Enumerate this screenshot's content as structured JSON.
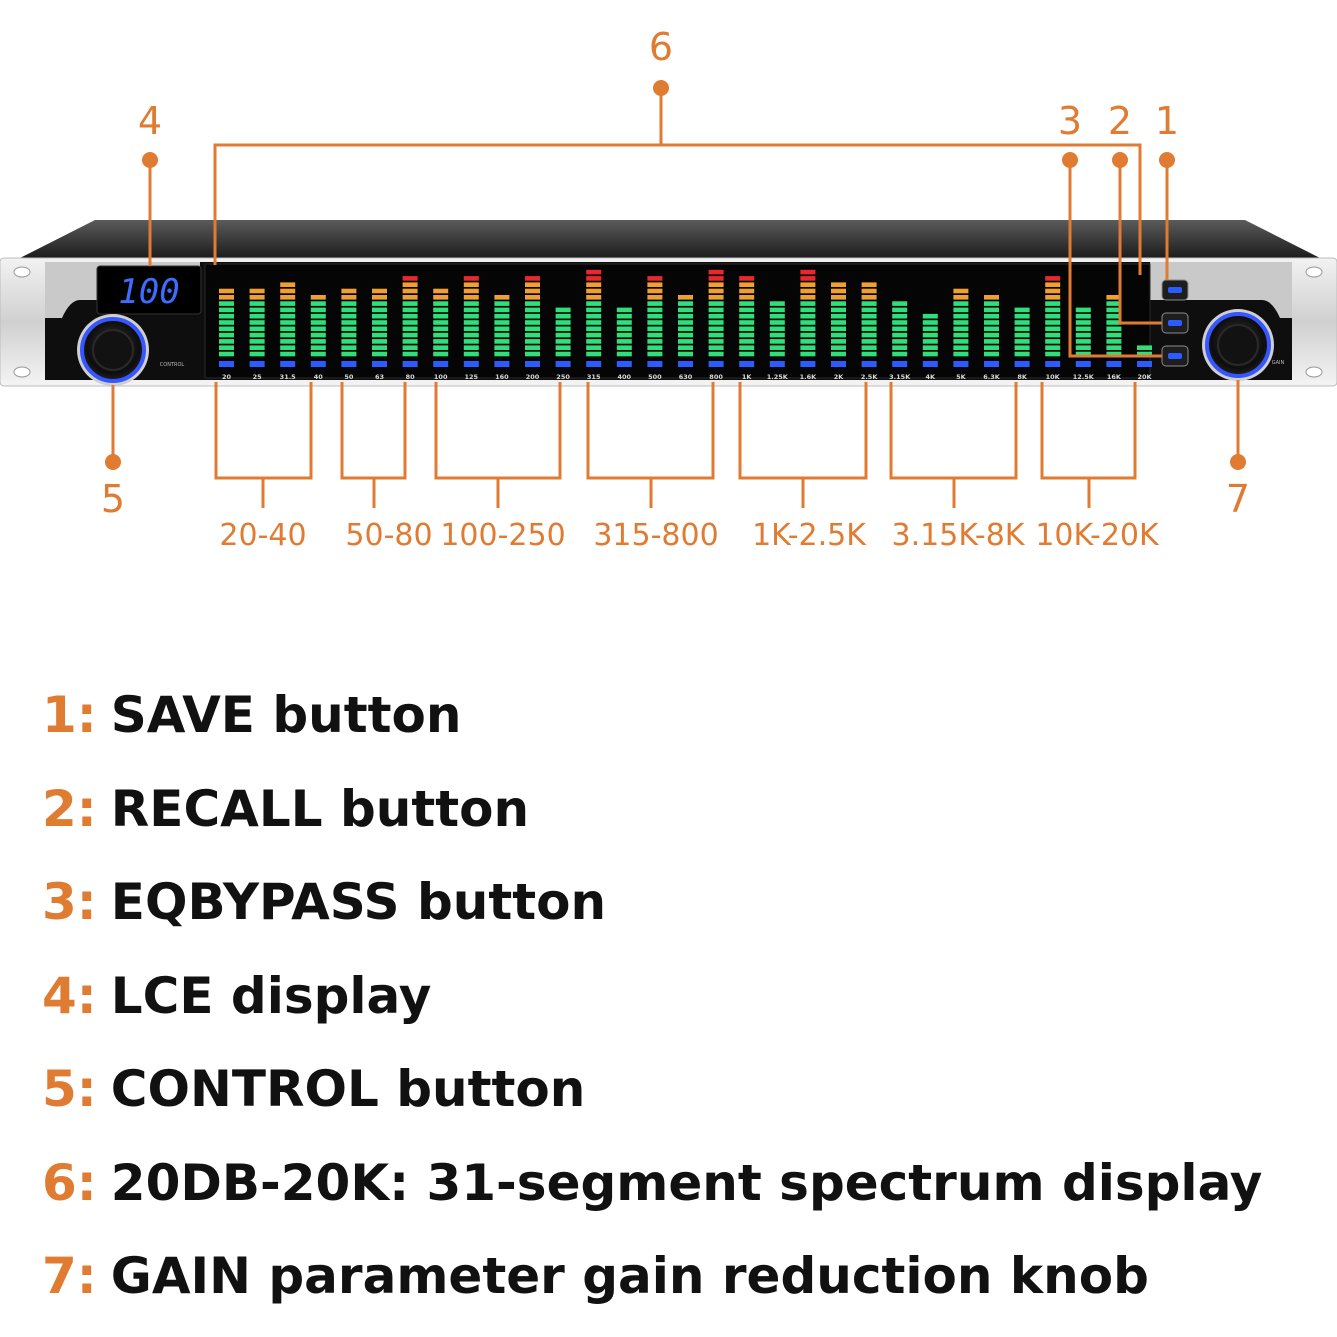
{
  "device": {
    "display_value": "100",
    "control_caption": "CONTROL",
    "gain_caption": "GAIN"
  },
  "callouts": [
    "1",
    "2",
    "3",
    "4",
    "5",
    "6",
    "7"
  ],
  "bands": [
    "20",
    "25",
    "31.5",
    "40",
    "50",
    "63",
    "80",
    "100",
    "125",
    "160",
    "200",
    "250",
    "315",
    "400",
    "500",
    "630",
    "800",
    "1K",
    "1.25K",
    "1.6K",
    "2K",
    "2.5K",
    "3.15K",
    "4K",
    "5K",
    "6.3K",
    "8K",
    "10K",
    "12.5K",
    "16K",
    "20K"
  ],
  "band_levels": [
    11,
    11,
    12,
    10,
    11,
    11,
    13,
    11,
    13,
    10,
    13,
    8,
    14,
    8,
    13,
    10,
    14,
    13,
    9,
    14,
    12,
    12,
    9,
    7,
    11,
    10,
    8,
    13,
    8,
    10,
    2
  ],
  "groups": [
    "20-40",
    "50-80",
    "100-250",
    "315-800",
    "1K-2.5K",
    "3.15K-8K",
    "10K-20K"
  ],
  "legend": [
    {
      "num": "1:",
      "text": "SAVE button"
    },
    {
      "num": "2:",
      "text": "RECALL button"
    },
    {
      "num": "3:",
      "text": "EQBYPASS button"
    },
    {
      "num": "4:",
      "text": "LCE display"
    },
    {
      "num": "5:",
      "text": "CONTROL button"
    },
    {
      "num": "6:",
      "text": "20DB-20K: 31-segment spectrum display"
    },
    {
      "num": "7:",
      "text": "GAIN parameter gain reduction knob"
    }
  ],
  "colors": {
    "accent": "#e07b32",
    "led_green": "#2fe07a",
    "led_orange": "#f0a030",
    "led_red": "#e8282e",
    "led_blue": "#2b5cff"
  }
}
